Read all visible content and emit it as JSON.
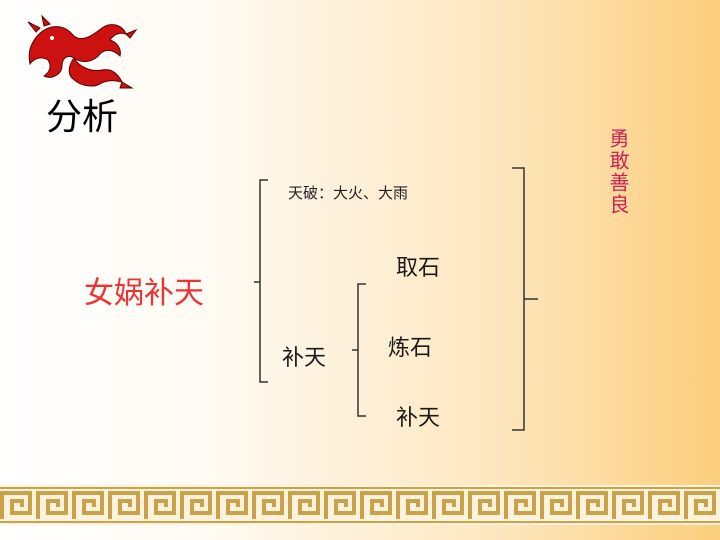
{
  "title": "分析",
  "main_topic": "女娲补天",
  "cause": "天破：大火、大雨",
  "mend_label": "补天",
  "steps": [
    "取石",
    "炼石",
    "补天"
  ],
  "quality": "勇敢善良",
  "colors": {
    "main_topic": "#ee3333",
    "quality": "#cc2255",
    "border": "#c9a24a",
    "dragon": "#cc1111"
  },
  "icons": {
    "dragon": "red-dragon-icon",
    "border": "greek-key-border"
  }
}
